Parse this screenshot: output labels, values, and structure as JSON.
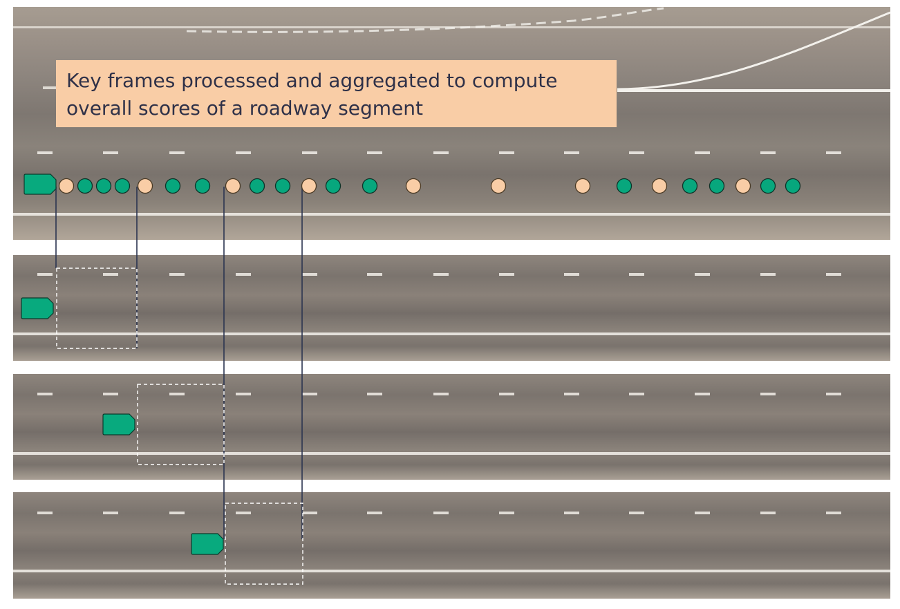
{
  "caption": {
    "line1": "Key frames processed and aggregated to compute",
    "line2": "overall scores of a roadway segment"
  },
  "colors": {
    "key_frame_dot": "#f9cda6",
    "frame_dot": "#07a77d",
    "vehicle_marker": "#08aa7e",
    "connector_line": "#2b3450",
    "window_outline": "#ffffff",
    "caption_bg": "#f9cda6",
    "caption_text": "#2f3148"
  },
  "timeline": {
    "dots": [
      "key",
      "frame",
      "frame",
      "frame",
      "key",
      "frame",
      "frame",
      "key",
      "frame",
      "frame",
      "key",
      "frame",
      "frame",
      "key",
      "key",
      "key",
      "frame",
      "key",
      "frame",
      "frame",
      "key",
      "frame",
      "frame"
    ]
  },
  "panels": [
    {
      "key_frame": 1
    },
    {
      "key_frame": 2
    },
    {
      "key_frame": 3
    }
  ],
  "icons": {
    "vehicle": "vehicle-marker-icon"
  }
}
